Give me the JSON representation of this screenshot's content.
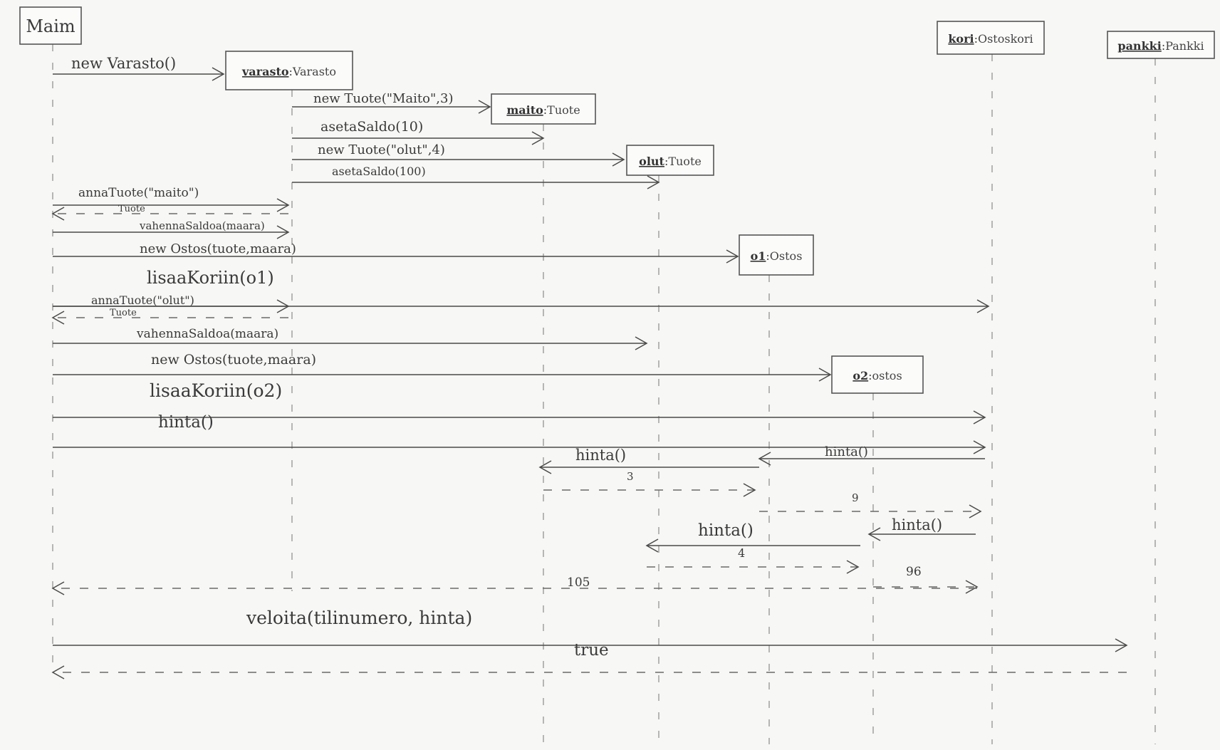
{
  "objects": [
    {
      "id": "main",
      "name": "Maim",
      "class": ""
    },
    {
      "id": "varasto",
      "name": "varasto",
      "class": "Varasto"
    },
    {
      "id": "maito",
      "name": "maito",
      "class": "Tuote"
    },
    {
      "id": "olut",
      "name": "olut",
      "class": "Tuote"
    },
    {
      "id": "o1",
      "name": "o1",
      "class": "Ostos"
    },
    {
      "id": "o2",
      "name": "o2",
      "class": "ostos"
    },
    {
      "id": "kori",
      "name": "kori",
      "class": "Ostoskori"
    },
    {
      "id": "pankki",
      "name": "pankki",
      "class": "Pankki"
    }
  ],
  "messages": [
    {
      "label": "new Varasto()",
      "kind": "call"
    },
    {
      "label": "new Tuote(\"Maito\",3)",
      "kind": "call"
    },
    {
      "label": "asetaSaldo(10)",
      "kind": "call"
    },
    {
      "label": "new Tuote(\"olut\",4)",
      "kind": "call"
    },
    {
      "label": "asetaSaldo(100)",
      "kind": "call"
    },
    {
      "label": "annaTuote(\"maito\")",
      "kind": "call"
    },
    {
      "label": "Tuote",
      "kind": "return"
    },
    {
      "label": "vahennaSaldoa(maara)",
      "kind": "call"
    },
    {
      "label": "new Ostos(tuote,maara)",
      "kind": "call"
    },
    {
      "label": "lisaaKoriin(o1)",
      "kind": "call"
    },
    {
      "label": "annaTuote(\"olut\")",
      "kind": "call"
    },
    {
      "label": "Tuote",
      "kind": "return"
    },
    {
      "label": "vahennaSaldoa(maara)",
      "kind": "call"
    },
    {
      "label": "new Ostos(tuote,maara)",
      "kind": "call"
    },
    {
      "label": "lisaaKoriin(o2)",
      "kind": "call"
    },
    {
      "label": "hinta()",
      "kind": "call"
    },
    {
      "label": "hinta()",
      "kind": "call"
    },
    {
      "label": "hinta()",
      "kind": "call"
    },
    {
      "label": "3",
      "kind": "return"
    },
    {
      "label": "9",
      "kind": "return"
    },
    {
      "label": "hinta()",
      "kind": "call"
    },
    {
      "label": "hinta()",
      "kind": "call"
    },
    {
      "label": "4",
      "kind": "return"
    },
    {
      "label": "96",
      "kind": "return"
    },
    {
      "label": "105",
      "kind": "return"
    },
    {
      "label": "veloita(tilinumero, hinta)",
      "kind": "call"
    },
    {
      "label": "true",
      "kind": "return"
    }
  ]
}
